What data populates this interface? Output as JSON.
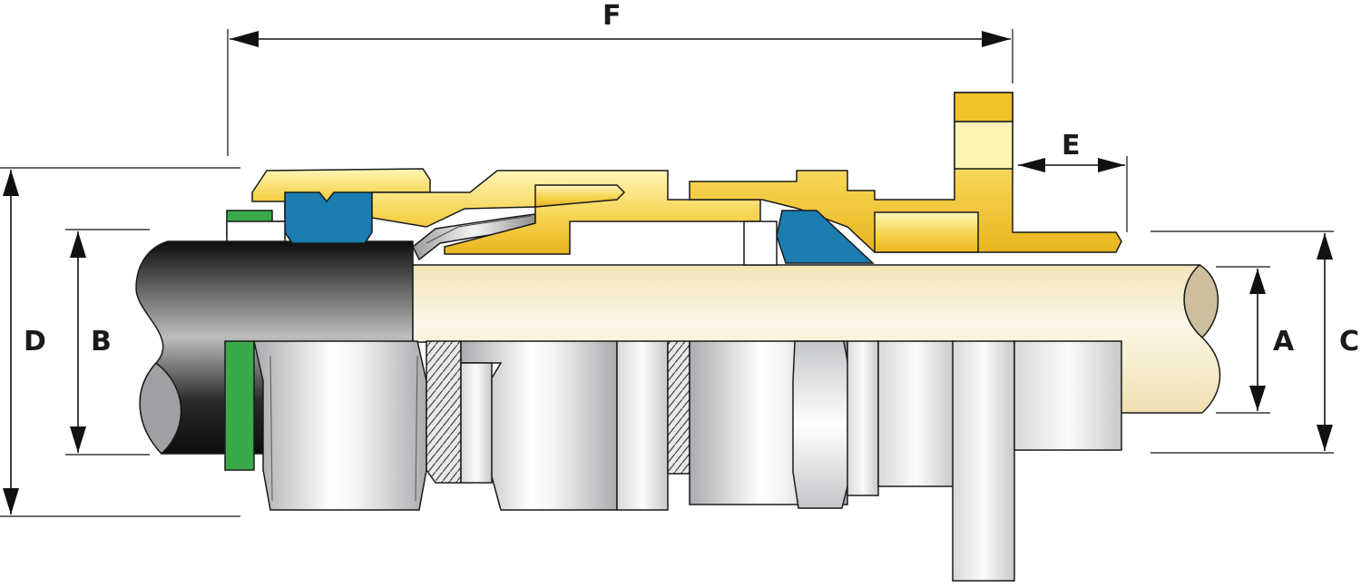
{
  "labels": {
    "a": "A",
    "b": "B",
    "c": "C",
    "d": "D",
    "e": "E",
    "f": "F"
  },
  "colors": {
    "brass_light": "#fff7b8",
    "brass_dark": "#f0c12a",
    "seal_blue": "#1b7db0",
    "seal_green": "#3aaa48",
    "cable_outer": "#111111",
    "cable_inner": "#f4ecd0",
    "metal_light": "#ffffff",
    "metal_dark": "#b9bbbe"
  }
}
